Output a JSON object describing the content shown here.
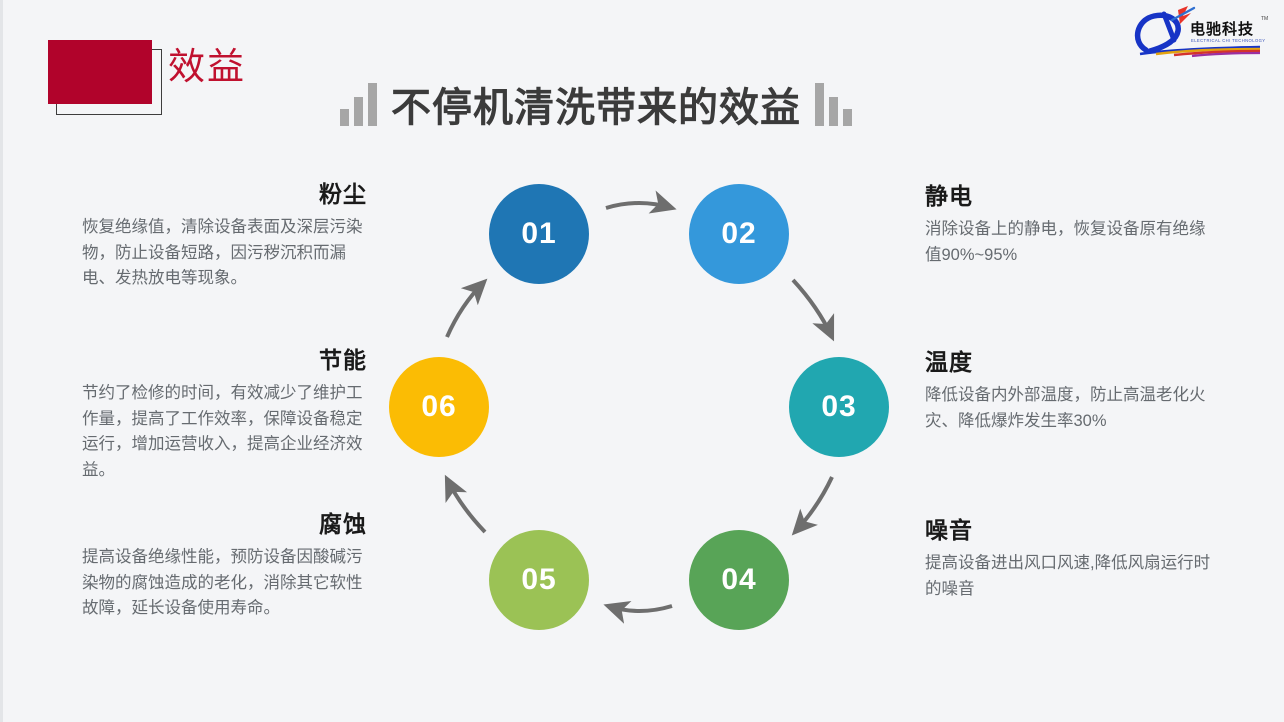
{
  "header": {
    "badge_label": "效益",
    "title": "不停机清洗带来的效益",
    "logo_cn": "电驰科技",
    "logo_en": "ELECTRICAL CHI TECHNOLOGY",
    "logo_tm": "TM"
  },
  "colors": {
    "background": "#f4f5f7",
    "badge_red": "#b1032b",
    "badge_text_red": "#c0112f",
    "title_gray": "#3b3b3b",
    "arrow_gray": "#6e6e6e",
    "heading_dark": "#1a1a1a",
    "body_gray": "#666b70"
  },
  "cycle": {
    "nodes": [
      {
        "number": "01",
        "color": "#1f76b4"
      },
      {
        "number": "02",
        "color": "#3498db"
      },
      {
        "number": "03",
        "color": "#21a7b0"
      },
      {
        "number": "04",
        "color": "#58a457"
      },
      {
        "number": "05",
        "color": "#9bc255"
      },
      {
        "number": "06",
        "color": "#fbbc04"
      }
    ]
  },
  "benefits": {
    "dust": {
      "heading": "粉尘",
      "body": "恢复绝缘值，清除设备表面及深层污染物，防止设备短路，因污秽沉积而漏电、发热放电等现象。"
    },
    "static": {
      "heading": "静电",
      "body": "消除设备上的静电，恢复设备原有绝缘值90%~95%"
    },
    "temperature": {
      "heading": "温度",
      "body": "降低设备内外部温度，防止高温老化火灾、降低爆炸发生率30%"
    },
    "noise": {
      "heading": "噪音",
      "body": "提高设备进出风口风速,降低风扇运行时的噪音"
    },
    "corrosion": {
      "heading": "腐蚀",
      "body": "提高设备绝缘性能，预防设备因酸碱污染物的腐蚀造成的老化，消除其它软性故障，延长设备使用寿命。"
    },
    "energy": {
      "heading": "节能",
      "body": "节约了检修的时间，有效减少了维护工作量，提高了工作效率，保障设备稳定运行，增加运营收入，提高企业经济效益。"
    }
  }
}
